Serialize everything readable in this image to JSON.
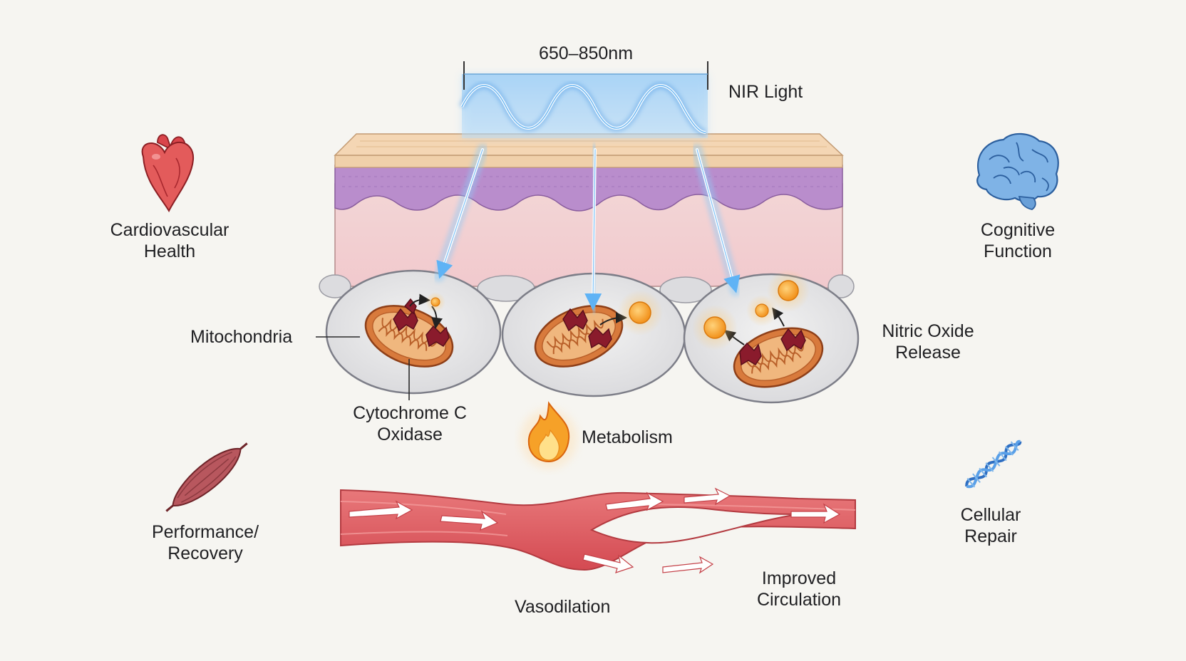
{
  "light": {
    "wavelength": "650–850nm",
    "name": "NIR Light"
  },
  "cell": {
    "mitochondria": "Mitochondria",
    "enzyme_line1": "Cytochrome C",
    "enzyme_line2": "Oxidase",
    "nitric_line1": "Nitric Oxide",
    "nitric_line2": "Release",
    "metabolism": "Metabolism"
  },
  "vessel": {
    "vasodilation": "Vasodilation",
    "circulation_line1": "Improved",
    "circulation_line2": "Circulation"
  },
  "benefits": {
    "cardio_line1": "Cardiovascular",
    "cardio_line2": "Health",
    "cognitive_line1": "Cognitive",
    "cognitive_line2": "Function",
    "performance_line1": "Performance/",
    "performance_line2": "Recovery",
    "repair_line1": "Cellular",
    "repair_line2": "Repair"
  },
  "icons": [
    "heart-icon",
    "brain-icon",
    "muscle-icon",
    "dna-icon",
    "flame-icon"
  ],
  "colors": {
    "light": "#4aa8f0",
    "skin_top": "#f0c9a2",
    "skin_purple": "#b78ccb",
    "mitochondria": "#c9662e",
    "cristae": "#8e1d2e",
    "no_particle": "#f5a623",
    "vessel": "#d9545a",
    "flame": "#f08a24"
  }
}
